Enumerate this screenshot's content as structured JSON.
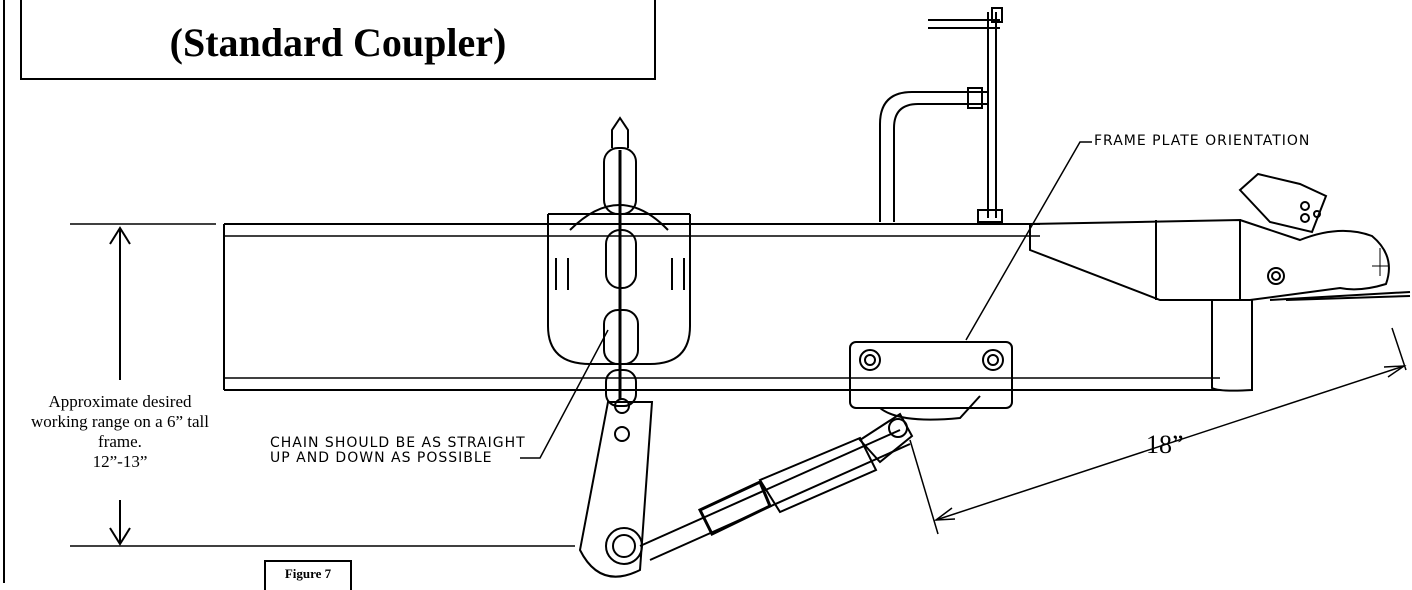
{
  "title": "(Standard Coupler)",
  "callouts": {
    "frame_plate": "FRAME PLATE ORIENTATION",
    "chain_line1": "CHAIN SHOULD BE AS STRAIGHT",
    "chain_line2": "UP AND DOWN AS POSSIBLE"
  },
  "range_note": {
    "line1": "Approximate desired",
    "line2": "working range on a 6” tall",
    "line3": "frame.",
    "line4": "12”-13”"
  },
  "dimension": "18”",
  "figure_label": "Figure 7"
}
